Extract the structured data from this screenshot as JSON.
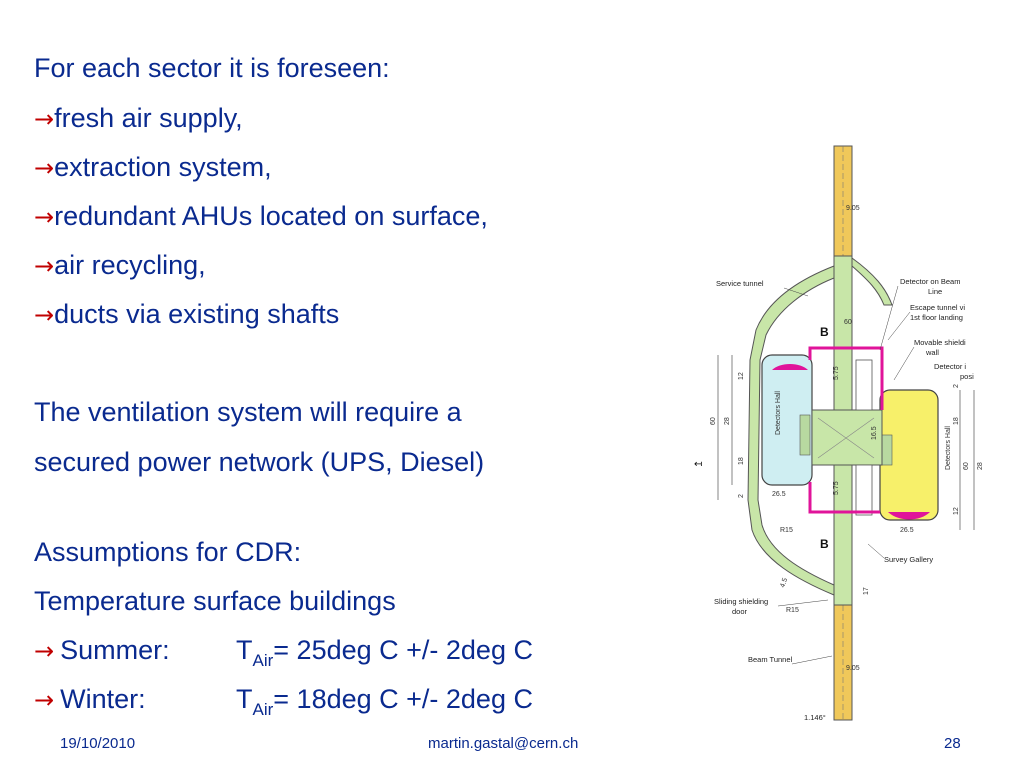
{
  "lines": {
    "l1": "For each sector it is foreseen:",
    "l2": "fresh air supply,",
    "l3": "extraction system,",
    "l4": "redundant AHUs located on surface,",
    "l5": "air recycling,",
    "l6": "ducts via existing shafts",
    "l7": "The ventilation system will require a",
    "l8": " secured power network (UPS, Diesel)",
    "l9": "Assumptions for CDR:",
    "l10": "Temperature surface buildings",
    "summer_label": "Summer:",
    "summer_t": "T",
    "summer_sub": "Air",
    "summer_val": "= 25deg C +/- 2deg C",
    "winter_label": "Winter:",
    "winter_t": "T",
    "winter_sub": "Air",
    "winter_val": "= 18deg C +/- 2deg C"
  },
  "arrow": "→",
  "footer": {
    "date": "19/10/2010",
    "email": "martin.gastal@cern.ch",
    "page": "28"
  },
  "diagram": {
    "labels": {
      "service_tunnel": "Service tunnel",
      "detector_on_beam": "Detector on Beam",
      "line": "Line",
      "escape_tunnel": "Escape tunnel vi",
      "first_floor": "1st floor landing",
      "movable_shield": "Movable shieldi",
      "wall": "wall",
      "detector_in": "Detector i",
      "posi": "posi",
      "detectors_hall_left": "Detectors Hall",
      "detectors_hall_right": "Detectors Hall",
      "survey_gallery": "Survey Gallery",
      "sliding_door": "Sliding shielding",
      "door": "door",
      "beam_tunnel": "Beam Tunnel",
      "b_top": "B",
      "b_bottom": "B",
      "angle": "1.146°"
    },
    "dims": {
      "d_905_top": "9.05",
      "d_905_bot": "9.05",
      "d_60_left": "60",
      "d_28_left": "28",
      "d_18_left": "18",
      "d_12_left": "12",
      "d_2_left": "2",
      "d_265_left": "26.5",
      "d_265_right": "26.5",
      "d_60_right": "60",
      "d_28_right": "28",
      "d_18_right": "18",
      "d_12_right": "12",
      "d_2_right": "2",
      "d_r15_top": "R15",
      "d_r15_bot": "R15",
      "d_45": "4.5",
      "d_17": "17",
      "d_60_top": "60",
      "d_575a": "5.75",
      "d_575b": "5.75",
      "d_165": "16.5"
    },
    "colors": {
      "corridor": "#c8e6a8",
      "beam_tunnel": "#f0c85a",
      "left_hall": "#cfeef2",
      "right_hall": "#f7f06a",
      "outline": "#e0149a"
    }
  }
}
